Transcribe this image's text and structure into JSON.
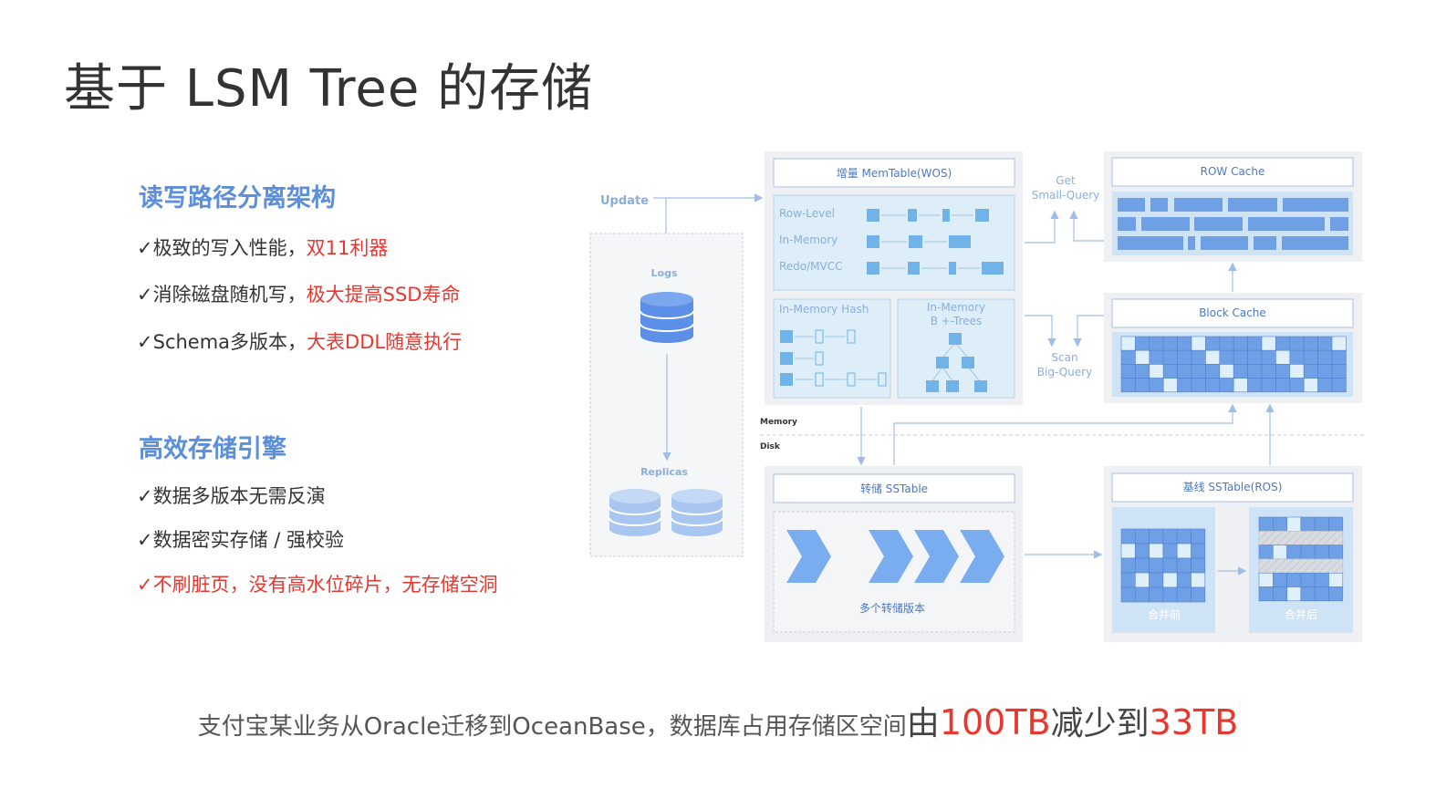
{
  "title": "基于 LSM Tree 的存储",
  "section1": {
    "heading": "读写路径分离架构",
    "bullets": [
      {
        "check": "✓",
        "normal": "极致的写入性能，",
        "highlight": "双11利器"
      },
      {
        "check": "✓",
        "normal": "消除磁盘随机写，",
        "highlight": "极大提高SSD寿命"
      },
      {
        "check": "✓",
        "normal": "Schema多版本，",
        "highlight": "大表DDL随意执行"
      }
    ]
  },
  "section2": {
    "heading": "高效存储引擎",
    "bullets": [
      {
        "check": "✓",
        "normal": "数据多版本无需反演",
        "highlight": ""
      },
      {
        "check": "✓",
        "normal": "数据密实存储 / 强校验",
        "highlight": ""
      },
      {
        "check": "✓",
        "normal": "",
        "highlight": "不刷脏页，没有高水位碎片，无存储空洞"
      }
    ]
  },
  "footer": {
    "part1": "支付宝某业务从Oracle迁移到OceanBase，数据库占用存储区空间",
    "part2": "由",
    "part3": "100TB",
    "part4": "减少到",
    "part5": "33TB"
  },
  "diagram": {
    "update": "Update",
    "logs": "Logs",
    "replicas": "Replicas",
    "memtable": "增量 MemTable(WOS)",
    "row_level": "Row-Level",
    "in_memory": "In-Memory",
    "redo_mvcc": "Redo/MVCC",
    "hash": "In-Memory Hash",
    "btree1": "In-Memory",
    "btree2": "B +-Trees",
    "get1": "Get",
    "get2": "Small-Query",
    "scan1": "Scan",
    "scan2": "Big-Query",
    "row_cache": "ROW Cache",
    "block_cache": "Block Cache",
    "memory": "Memory",
    "disk": "Disk",
    "sstable": "转储 SSTable",
    "multi_version": "多个转储版本",
    "baseline": "基线 SSTable(ROS)",
    "before_merge": "合并前",
    "after_merge": "合并后"
  },
  "colors": {
    "accent_blue": "#5b8fd9",
    "highlight_red": "#e8372e",
    "panel_gray": "#eef0f3",
    "light_blue": "#cfe3f7",
    "cell_blue": "#6fa0e6"
  }
}
